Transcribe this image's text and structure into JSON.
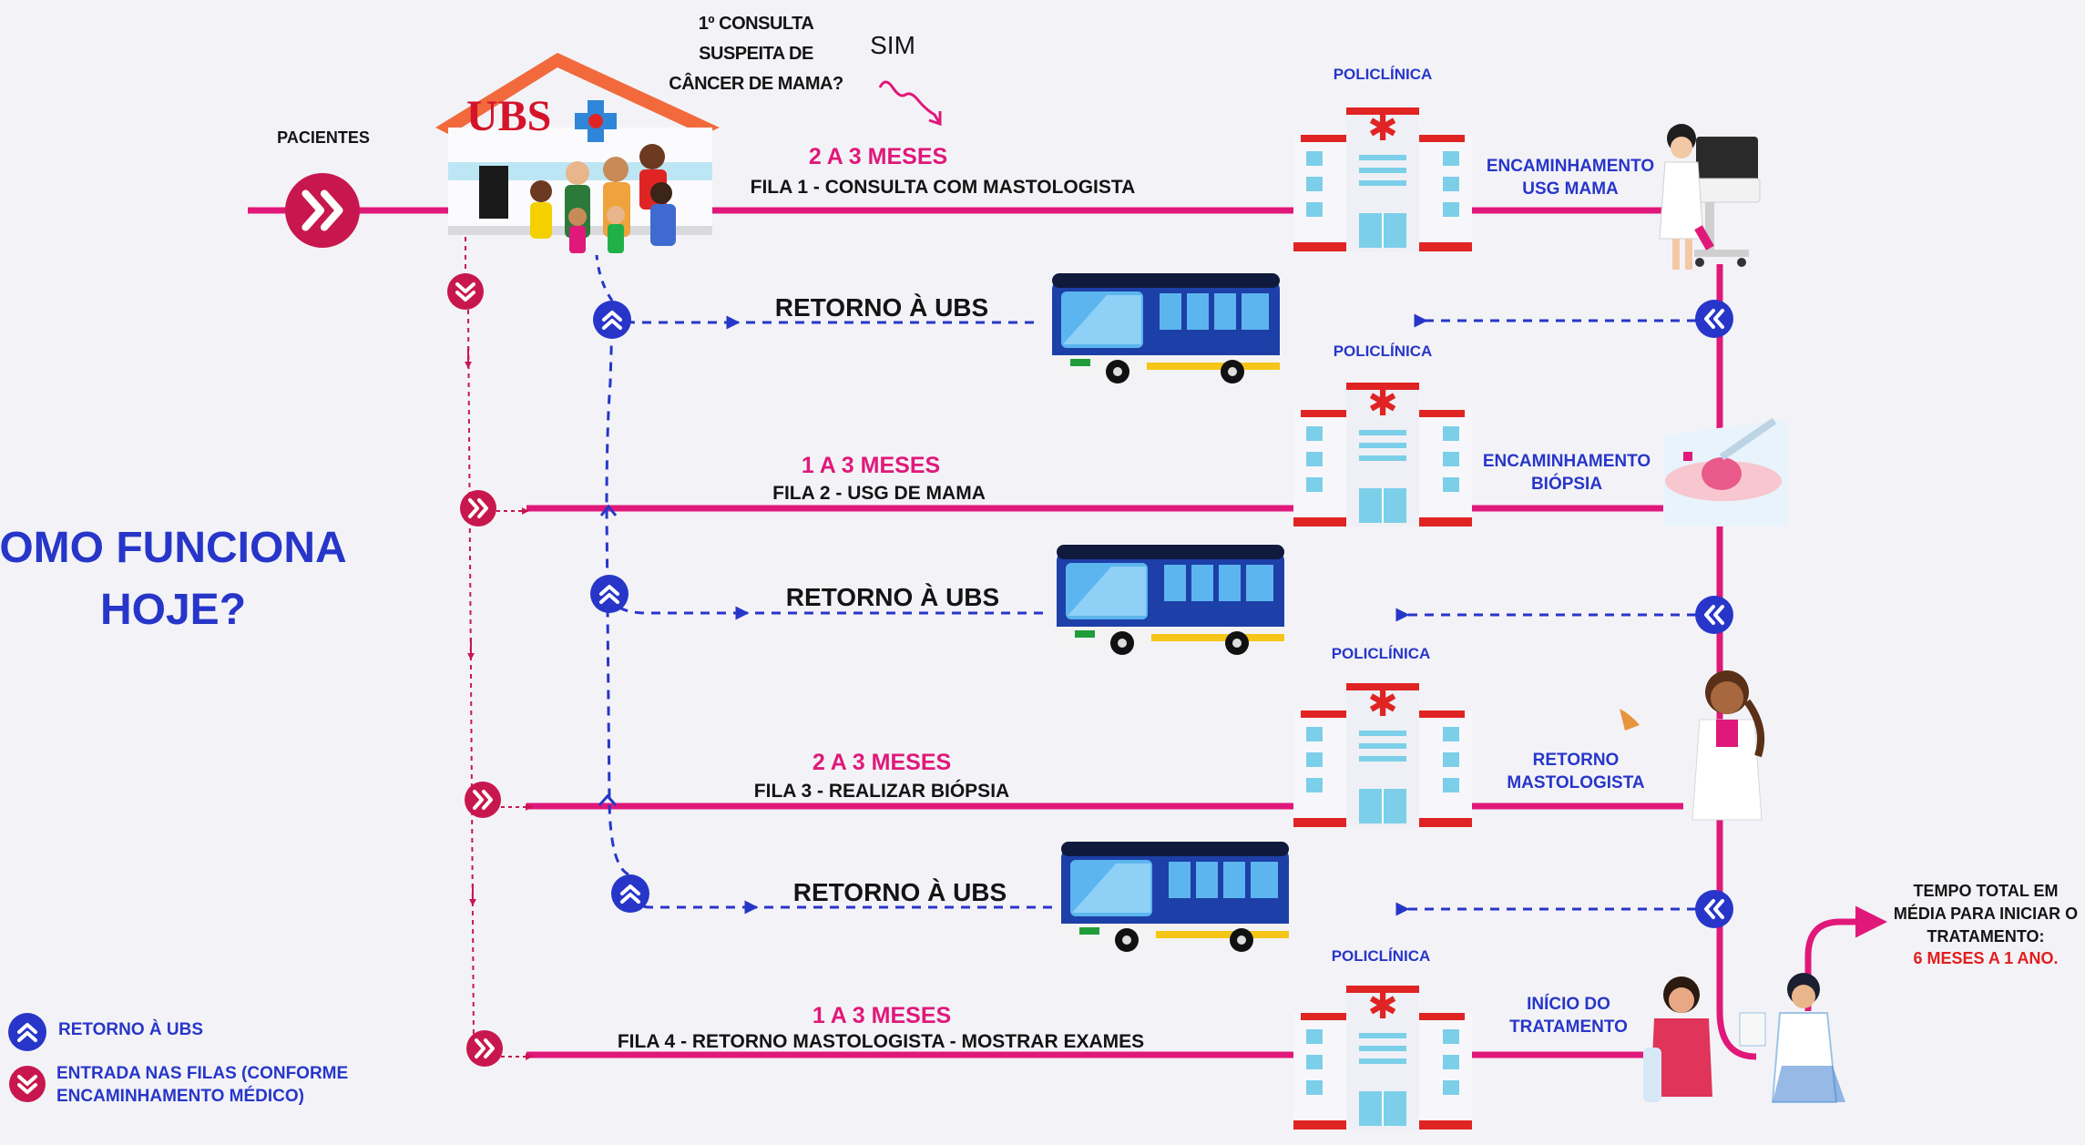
{
  "title": "OMO FUNCIONA\nHOJE?",
  "pacientes_label": "PACIENTES",
  "ubs_logo": "UBS",
  "question": "1º CONSULTA\nSUSPEITA DE\nCÂNCER DE MAMA?",
  "sim_label": "SIM",
  "policlinica_label": "POLICLÍNICA",
  "return_label": "RETORNO À UBS",
  "queues": [
    {
      "time": "2 A 3 MESES",
      "label": "FILA 1 - CONSULTA COM MASTOLOGISTA"
    },
    {
      "time": "1 A 3 MESES",
      "label": "FILA 2 - USG DE MAMA"
    },
    {
      "time": "2 A 3 MESES",
      "label": "FILA 3 - REALIZAR BIÓPSIA"
    },
    {
      "time": "1 A 3 MESES",
      "label": "FILA 4 - RETORNO MASTOLOGISTA - MOSTRAR EXAMES"
    }
  ],
  "referrals": [
    "ENCAMINHAMENTO\nUSG MAMA",
    "ENCAMINHAMENTO\nBIÓPSIA",
    "RETORNO\nMASTOLOGISTA",
    "INÍCIO DO\nTRATAMENTO"
  ],
  "total_time": {
    "label": "TEMPO TOTAL EM\nMÉDIA PARA INICIAR O\nTRATAMENTO:",
    "value": "6 MESES A 1 ANO."
  },
  "legend": [
    {
      "icon": "double-chevron-up-icon",
      "text": "RETORNO À UBS"
    },
    {
      "icon": "double-chevron-right-icon",
      "text": "ENTRADA NAS FILAS (CONFORME\nENCAMINHAMENTO MÉDICO)"
    }
  ],
  "colors": {
    "pink": "#e0187a",
    "crimson": "#c8174f",
    "blue": "#2736c9",
    "red": "#e21d1d",
    "background": "#f3f3f7"
  }
}
